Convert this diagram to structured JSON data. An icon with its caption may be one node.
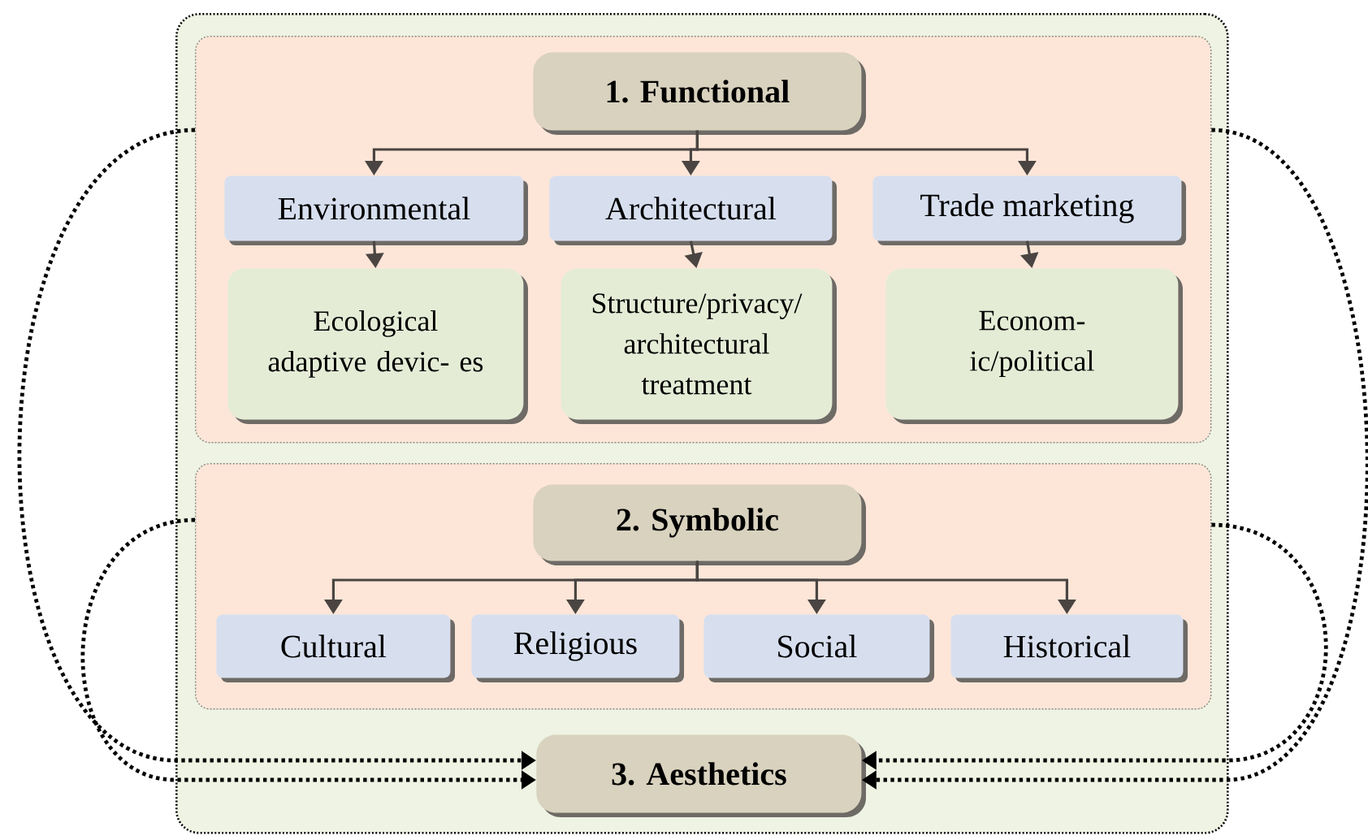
{
  "diagram": {
    "nodes": [
      {
        "text": [],
        "shape": "box"
      },
      {
        "text": [],
        "shape": "box",
        "in": 0
      },
      {
        "text": [
          "1. Functional"
        ],
        "in": 1
      },
      {
        "text": [
          "Environmental"
        ],
        "in": 1
      },
      {
        "text": [
          "Architectural"
        ],
        "in": 1
      },
      {
        "text": [
          "Trade marketing"
        ],
        "in": 1
      },
      {
        "text": [
          "Ecological adaptive devic- es"
        ],
        "in": 1
      },
      {
        "text": [
          "Structure/privacy/ architectural treatment"
        ],
        "in": 1
      },
      {
        "text": [
          "Econom- ic/political"
        ],
        "in": 1
      },
      {
        "text": [],
        "shape": "box",
        "in": 0
      },
      {
        "text": [
          "2. Symbolic"
        ],
        "in": 9
      },
      {
        "text": [
          "Cultural"
        ],
        "in": 9
      },
      {
        "text": [
          "Religious"
        ],
        "in": 9
      },
      {
        "text": [
          "Social"
        ],
        "in": 9
      },
      {
        "text": [
          "Historical"
        ],
        "in": 9
      },
      {
        "text": [
          "3. Aesthetics"
        ],
        "in": 0
      }
    ],
    "edges": [
      {
        "from": 2,
        "to": 3,
        "arrow": "to"
      },
      {
        "from": 2,
        "to": 4,
        "arrow": "to"
      },
      {
        "from": 2,
        "to": 5,
        "arrow": "to"
      },
      {
        "from": 3,
        "to": 6,
        "arrow": "to"
      },
      {
        "from": 4,
        "to": 7,
        "arrow": "to"
      },
      {
        "from": 5,
        "to": 8,
        "arrow": "to"
      },
      {
        "from": 10,
        "to": 11,
        "arrow": "to"
      },
      {
        "from": 10,
        "to": 12,
        "arrow": "to"
      },
      {
        "from": 10,
        "to": 13,
        "arrow": "to"
      },
      {
        "from": 10,
        "to": 14,
        "arrow": "to"
      },
      {
        "from": 1,
        "to": 15,
        "arrow": "to",
        "style": "dashed"
      },
      {
        "from": 9,
        "to": 15,
        "arrow": "to",
        "style": "dashed"
      },
      {
        "from": 1,
        "to": 15,
        "arrow": "to",
        "style": "dashed"
      },
      {
        "from": 9,
        "to": 15,
        "arrow": "to",
        "style": "dashed"
      }
    ]
  }
}
